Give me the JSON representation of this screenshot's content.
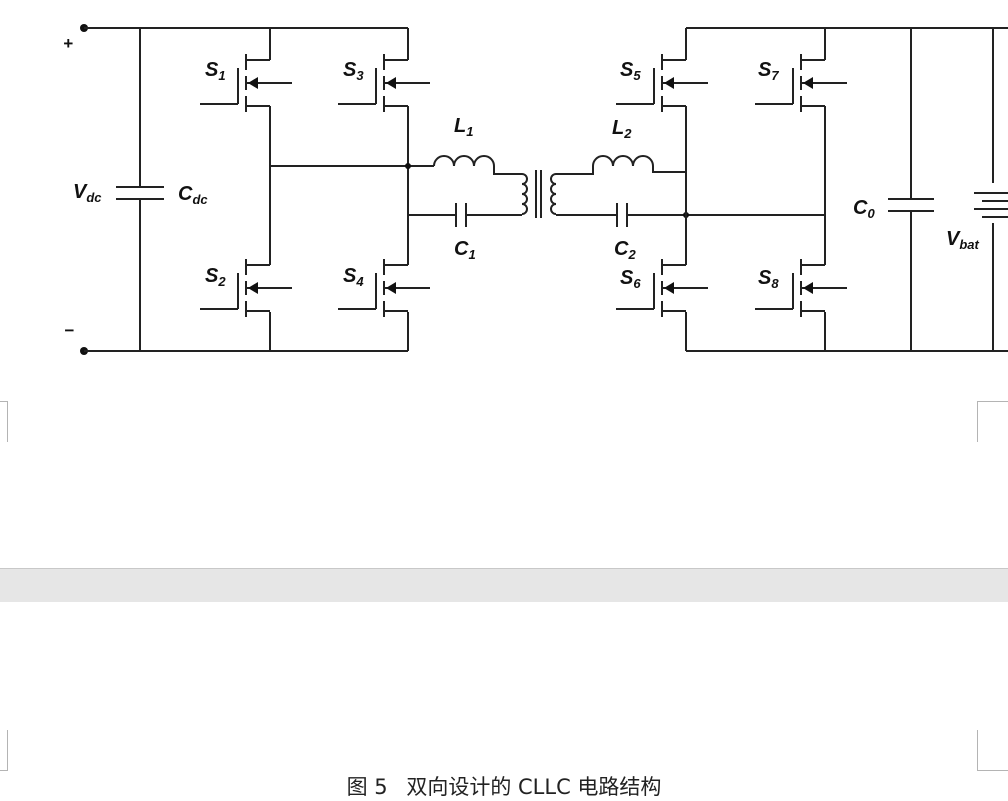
{
  "diagram": {
    "terminals": {
      "positive": "+",
      "negative": "−"
    },
    "labels": {
      "vdc": {
        "main": "V",
        "sub": "dc"
      },
      "cdc": {
        "main": "C",
        "sub": "dc"
      },
      "s1": {
        "main": "S",
        "sub": "1"
      },
      "s2": {
        "main": "S",
        "sub": "2"
      },
      "s3": {
        "main": "S",
        "sub": "3"
      },
      "s4": {
        "main": "S",
        "sub": "4"
      },
      "s5": {
        "main": "S",
        "sub": "5"
      },
      "s6": {
        "main": "S",
        "sub": "6"
      },
      "s7": {
        "main": "S",
        "sub": "7"
      },
      "s8": {
        "main": "S",
        "sub": "8"
      },
      "l1": {
        "main": "L",
        "sub": "1"
      },
      "l2": {
        "main": "L",
        "sub": "2"
      },
      "c1": {
        "main": "C",
        "sub": "1"
      },
      "c2": {
        "main": "C",
        "sub": "2"
      },
      "c0": {
        "main": "C",
        "sub": "0"
      },
      "vbat": {
        "main": "V",
        "sub": "bat"
      }
    }
  },
  "caption": {
    "figure_number": "图 5",
    "title": "双向设计的 CLLC  电路结构"
  }
}
